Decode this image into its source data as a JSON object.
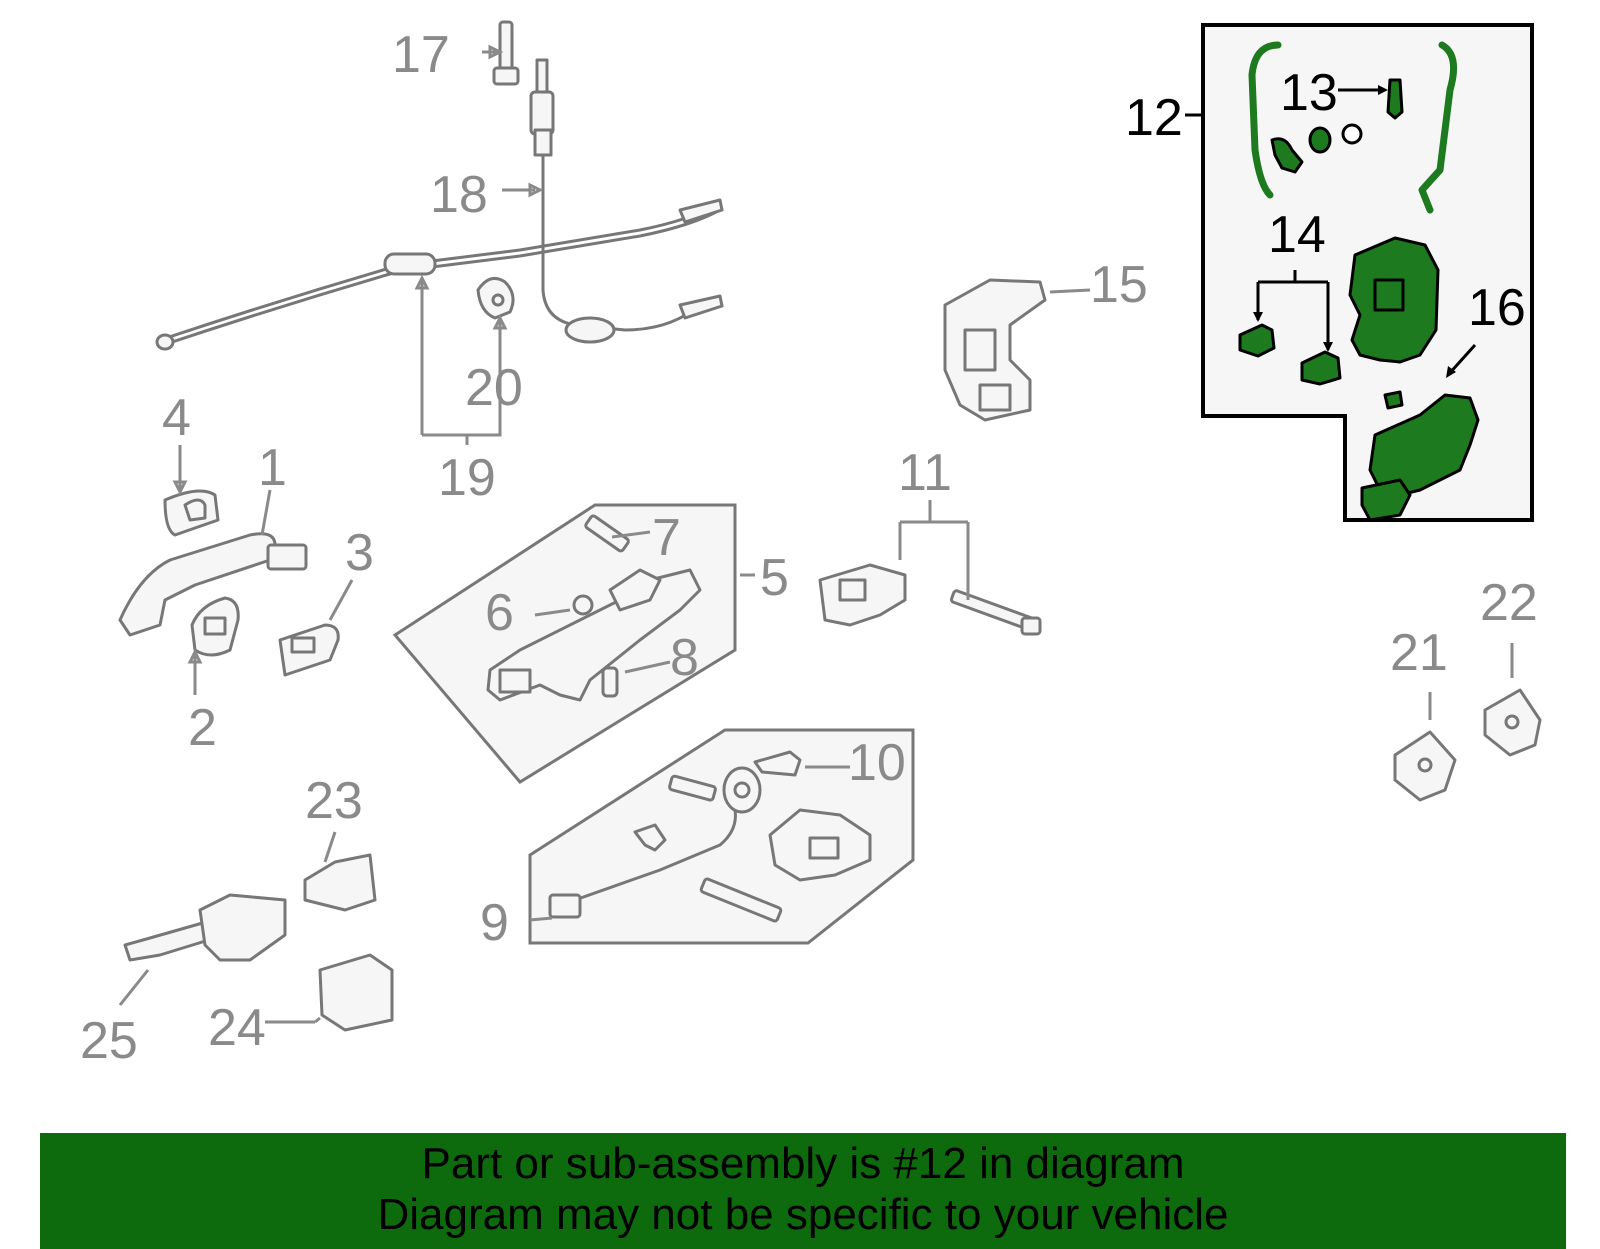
{
  "diagram": {
    "callouts": [
      "1",
      "2",
      "3",
      "4",
      "5",
      "6",
      "7",
      "8",
      "9",
      "10",
      "11",
      "12",
      "13",
      "14",
      "15",
      "16",
      "17",
      "18",
      "19",
      "20",
      "21",
      "22",
      "23",
      "24",
      "25"
    ],
    "highlighted_callouts": [
      "12",
      "13",
      "14",
      "16"
    ]
  },
  "colors": {
    "highlight_fill": "#1e7a1e",
    "banner_background": "#0d6b0d",
    "part_outline": "#777777",
    "callout_text": "#8a8a8a"
  },
  "banner": {
    "line1": "Part or sub-assembly is #12 in diagram",
    "line2": "Diagram may not be specific to your vehicle"
  }
}
